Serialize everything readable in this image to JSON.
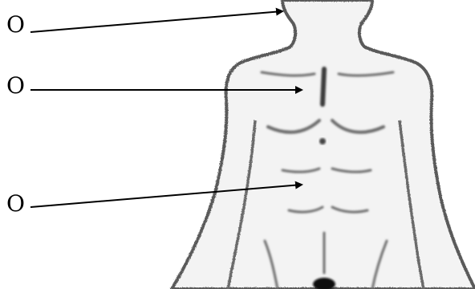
{
  "labels": [
    {
      "text": "O"
    },
    {
      "text": "O"
    },
    {
      "text": "O"
    }
  ],
  "colors": {
    "figure_fill": "#f4f4f4",
    "figure_outline": "#5a5a5a",
    "arrow": "#000000"
  }
}
